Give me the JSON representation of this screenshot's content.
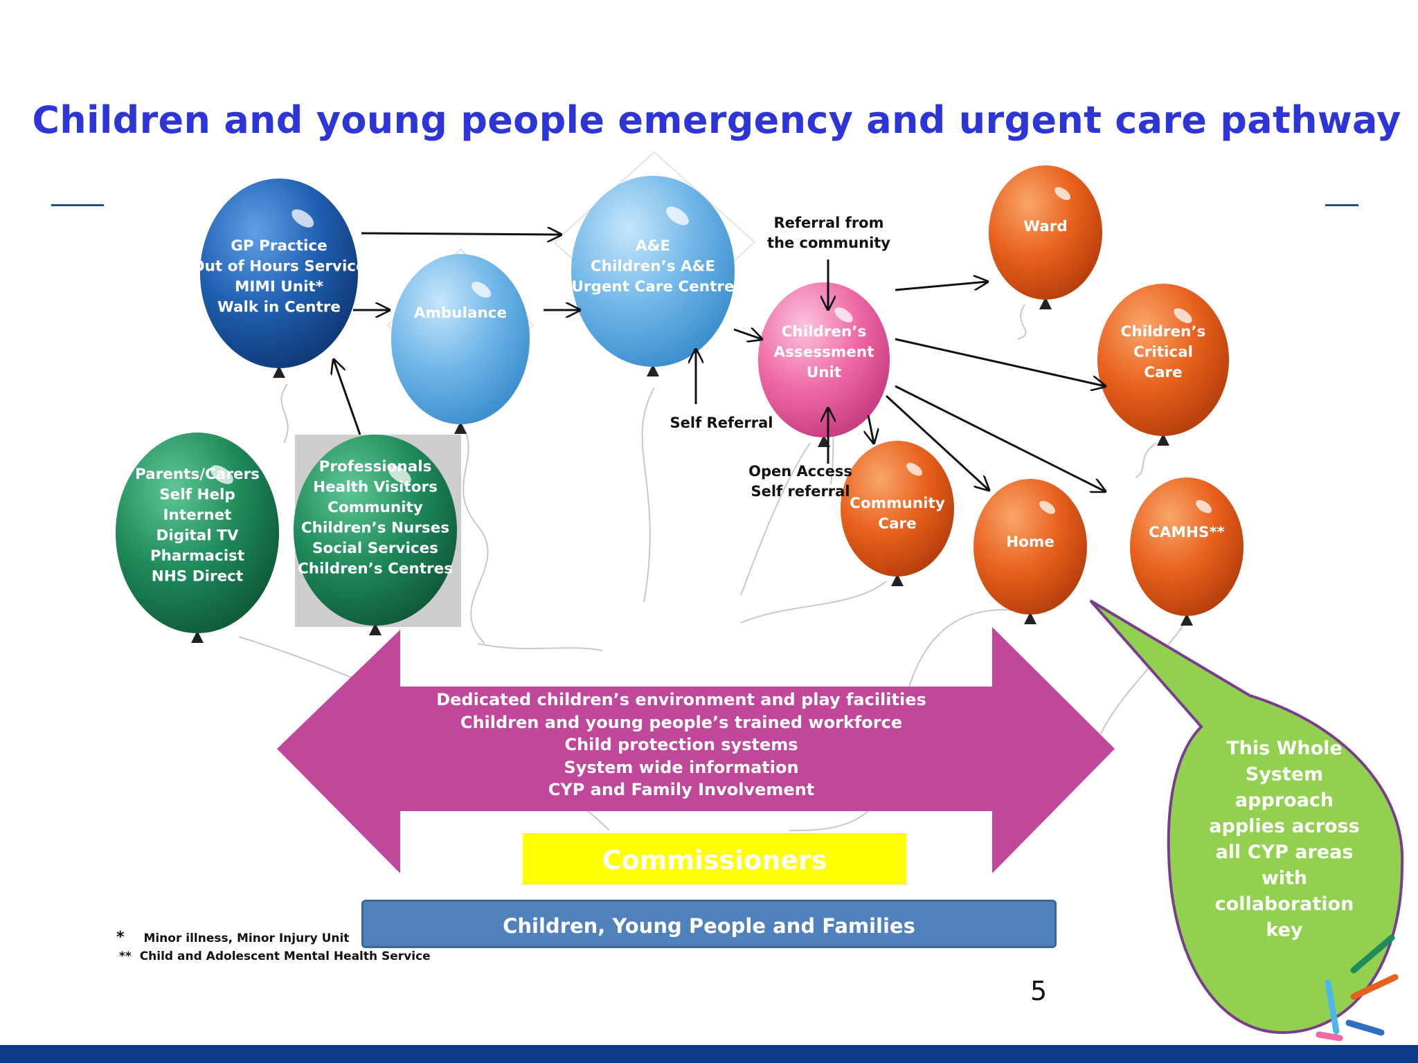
{
  "title": "Children and young people emergency and urgent care pathway",
  "balloons": {
    "gp": [
      "GP Practice",
      "Out of Hours Service",
      "MIMI Unit*",
      "Walk in Centre"
    ],
    "ambulance": [
      "Ambulance"
    ],
    "ae": [
      "A&E",
      "Children’s A&E",
      "Urgent Care Centre"
    ],
    "cau": [
      "Children’s",
      "Assessment",
      "Unit"
    ],
    "ward": [
      "Ward"
    ],
    "critical": [
      "Children’s",
      "Critical",
      "Care"
    ],
    "community_care": [
      "Community",
      "Care"
    ],
    "home": [
      "Home"
    ],
    "camhs": [
      "CAMHS**"
    ],
    "parents": [
      "Parents/Carers",
      "Self Help",
      "Internet",
      "Digital TV",
      "Pharmacist",
      "NHS Direct"
    ],
    "professionals": [
      "Professionals",
      "Health Visitors",
      "Community",
      "Children’s Nurses",
      "Social Services",
      "Children’s Centres"
    ]
  },
  "labels": {
    "referral_community": [
      "Referral from",
      "the community"
    ],
    "self_referral": "Self Referral",
    "open_access": [
      "Open Access",
      "Self referral"
    ]
  },
  "arrow_band": [
    "Dedicated children’s environment and play facilities",
    "Children and young people’s trained workforce",
    "Child protection systems",
    "System wide information",
    "CYP and Family Involvement"
  ],
  "commissioners": "Commissioners",
  "families_bar": "Children, Young People and Families",
  "callout": [
    "This Whole",
    "System",
    "approach",
    "applies across",
    "all CYP areas",
    "with",
    "collaboration",
    "key"
  ],
  "footnotes": {
    "star1_mark": "*",
    "star1_text": "Minor illness, Minor Injury Unit",
    "star2_mark": "**",
    "star2_text": "Child and Adolescent Mental Health Service"
  },
  "page_number": "5",
  "colors": {
    "title": "#2e35d6",
    "dark_blue": "#1f5fb0",
    "light_blue": "#6fb6e8",
    "pink": "#ee6aa6",
    "orange": "#e8601c",
    "green": "#1f8a5a",
    "magenta": "#c0479a",
    "callout_green": "#92d050",
    "callout_border": "#7a3d8c",
    "commissioners_yellow": "#ffff00",
    "families_blue": "#4f81bd"
  }
}
